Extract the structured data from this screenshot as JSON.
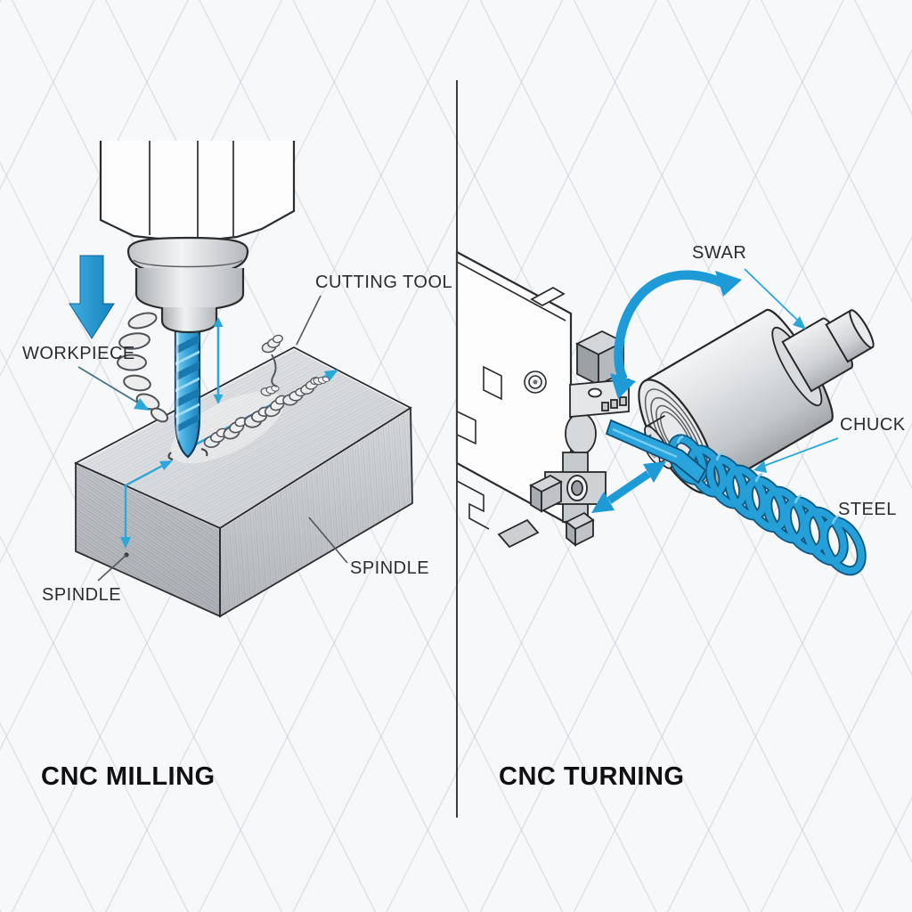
{
  "left": {
    "title": "CNC MILLING",
    "labels": {
      "cutting_tool": "CUTTING TOOL",
      "workpiece": "WORKPIECE",
      "spindle_left": "SPINDLE",
      "spindle_right": "SPINDLE"
    }
  },
  "right": {
    "title": "CNC TURNING",
    "labels": {
      "swarf": "SWAR",
      "chuck": "CHUCK",
      "steel": "STEEL"
    }
  },
  "colors": {
    "accent_blue": "#1e9bd7",
    "accent_blue_dark": "#0c486b",
    "leader_cyan": "#2ba7d9",
    "ink": "#2a2c2e",
    "background": "#f7f8f9"
  }
}
